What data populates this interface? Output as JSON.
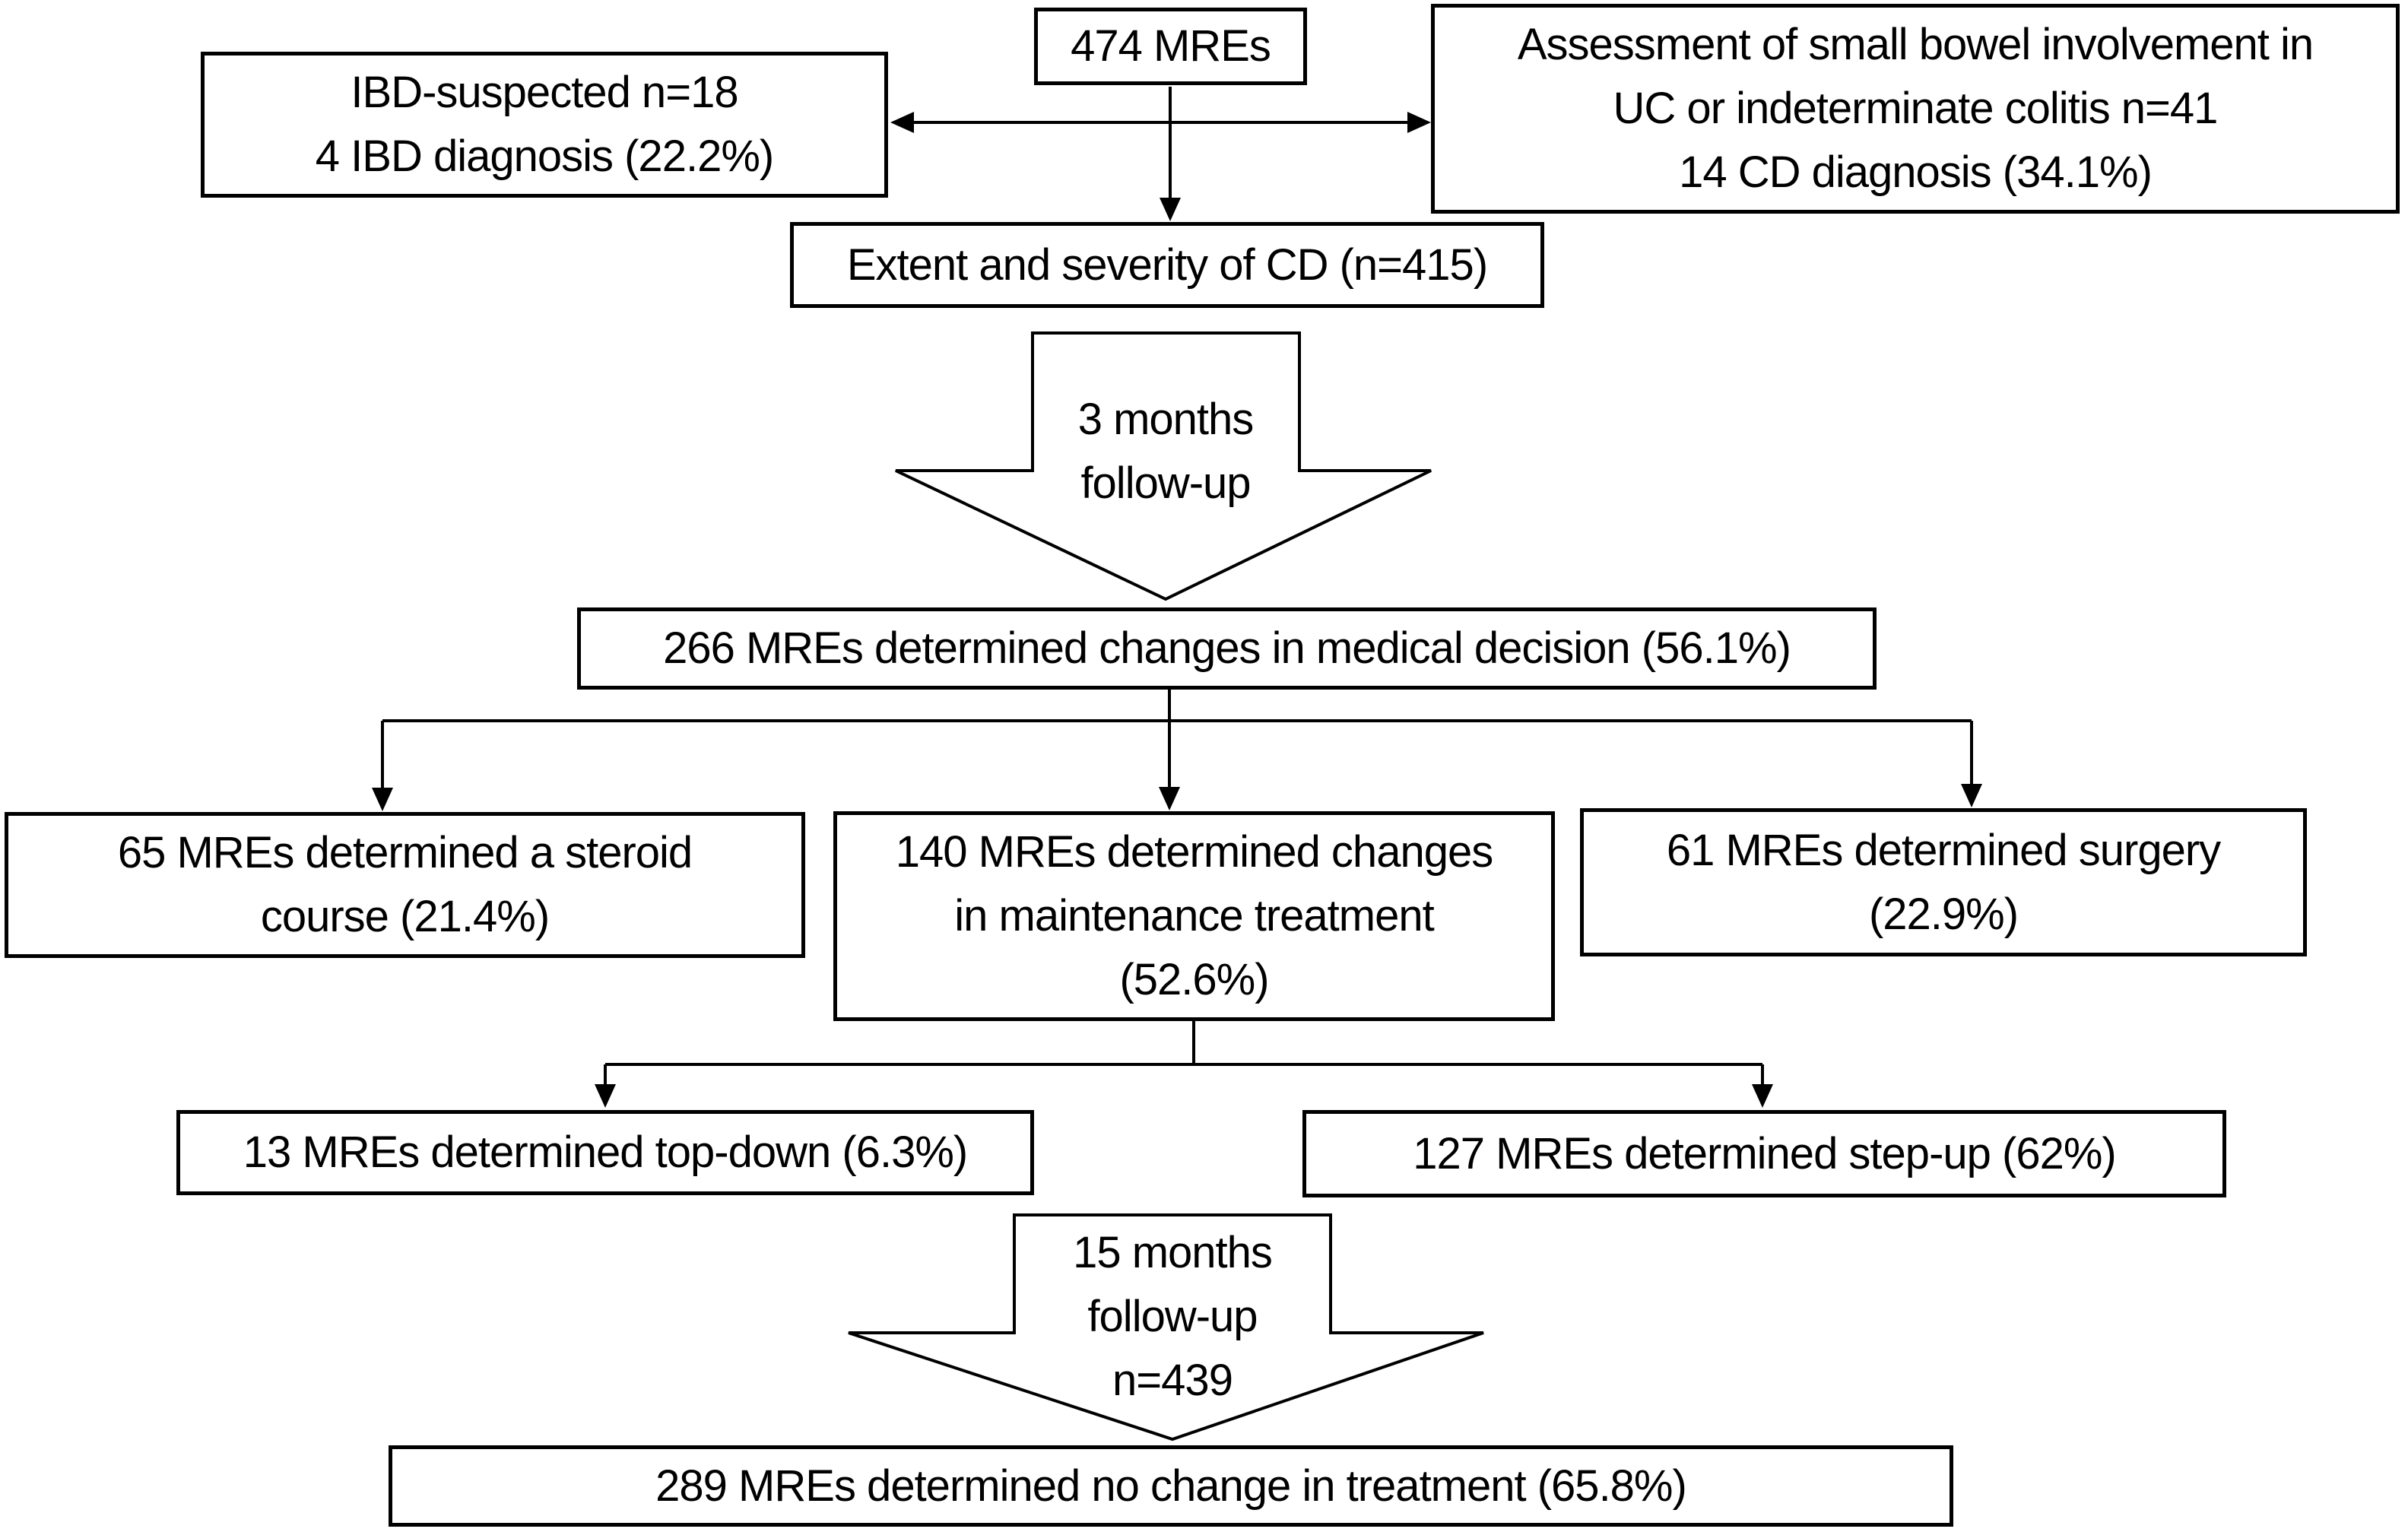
{
  "colors": {
    "ink": "#000000",
    "background": "#ffffff"
  },
  "boxes": {
    "total": "474 MREs",
    "ibd_suspected": "IBD-suspected n=18\n4 IBD diagnosis (22.2%)",
    "assessment": "Assessment of small bowel involvement in\nUC or indeterminate colitis n=41\n14 CD diagnosis (34.1%)",
    "extent": "Extent and severity of CD (n=415)",
    "decision": "266 MREs determined changes in medical decision (56.1%)",
    "steroid": "65 MREs determined a steroid\ncourse (21.4%)",
    "maintenance": "140 MREs determined changes\nin maintenance treatment\n(52.6%)",
    "surgery": "61 MREs determined surgery\n(22.9%)",
    "top_down": "13 MREs determined top-down (6.3%)",
    "step_up": "127 MREs determined step-up (62%)",
    "no_change": "289 MREs determined no change in treatment (65.8%)"
  },
  "arrows": {
    "three_month": "3 months\nfollow-up",
    "fifteen_month": "15 months\nfollow-up\nn=439"
  }
}
